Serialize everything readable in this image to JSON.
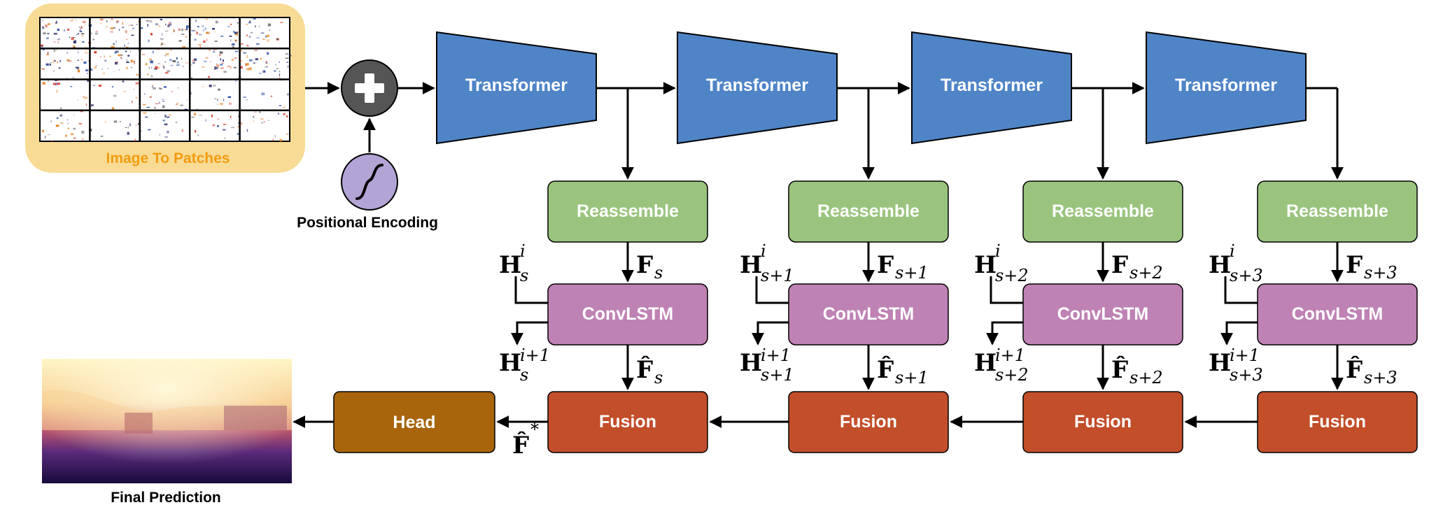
{
  "colors": {
    "transformer": "#4f84c7",
    "reassemble": "#9ac47e",
    "convlstm": "#bf82b4",
    "fusion": "#c24e2a",
    "head": "#a8650c",
    "patches_bg": "#f8dc95",
    "add_node": "#555555",
    "pos_enc": "#b3a4d6",
    "patches_label": "#f39c12"
  },
  "input": {
    "label": "Image To Patches",
    "grid_cols": 5,
    "grid_rows": 4
  },
  "positional_encoding": {
    "label": "Positional Encoding",
    "add_icon": "plus-icon",
    "wave_icon": "sigmoid-icon"
  },
  "stages": [
    {
      "transformer": "Transformer",
      "reassemble": "Reassemble",
      "convlstm": "ConvLSTM",
      "fusion": "Fusion",
      "f_main": "F",
      "f_sub": "s",
      "fhat_main": "F̂",
      "fhat_sub": "s",
      "h_in_main": "H",
      "h_in_sup": "i",
      "h_in_sub": "s",
      "h_out_main": "H",
      "h_out_sup": "i+1",
      "h_out_sub": "s"
    },
    {
      "transformer": "Transformer",
      "reassemble": "Reassemble",
      "convlstm": "ConvLSTM",
      "fusion": "Fusion",
      "f_main": "F",
      "f_sub": "s+1",
      "fhat_main": "F̂",
      "fhat_sub": "s+1",
      "h_in_main": "H",
      "h_in_sup": "i",
      "h_in_sub": "s+1",
      "h_out_main": "H",
      "h_out_sup": "i+1",
      "h_out_sub": "s+1"
    },
    {
      "transformer": "Transformer",
      "reassemble": "Reassemble",
      "convlstm": "ConvLSTM",
      "fusion": "Fusion",
      "f_main": "F",
      "f_sub": "s+2",
      "fhat_main": "F̂",
      "fhat_sub": "s+2",
      "h_in_main": "H",
      "h_in_sup": "i",
      "h_in_sub": "s+2",
      "h_out_main": "H",
      "h_out_sup": "i+1",
      "h_out_sub": "s+2"
    },
    {
      "transformer": "Transformer",
      "reassemble": "Reassemble",
      "convlstm": "ConvLSTM",
      "fusion": "Fusion",
      "f_main": "F",
      "f_sub": "s+3",
      "fhat_main": "F̂",
      "fhat_sub": "s+3",
      "h_in_main": "H",
      "h_in_sup": "i",
      "h_in_sub": "s+3",
      "h_out_main": "H",
      "h_out_sup": "i+1",
      "h_out_sub": "s+3"
    }
  ],
  "head": {
    "label": "Head",
    "fstar_main": "F̂",
    "fstar_sup": "*"
  },
  "output": {
    "label": "Final Prediction"
  }
}
